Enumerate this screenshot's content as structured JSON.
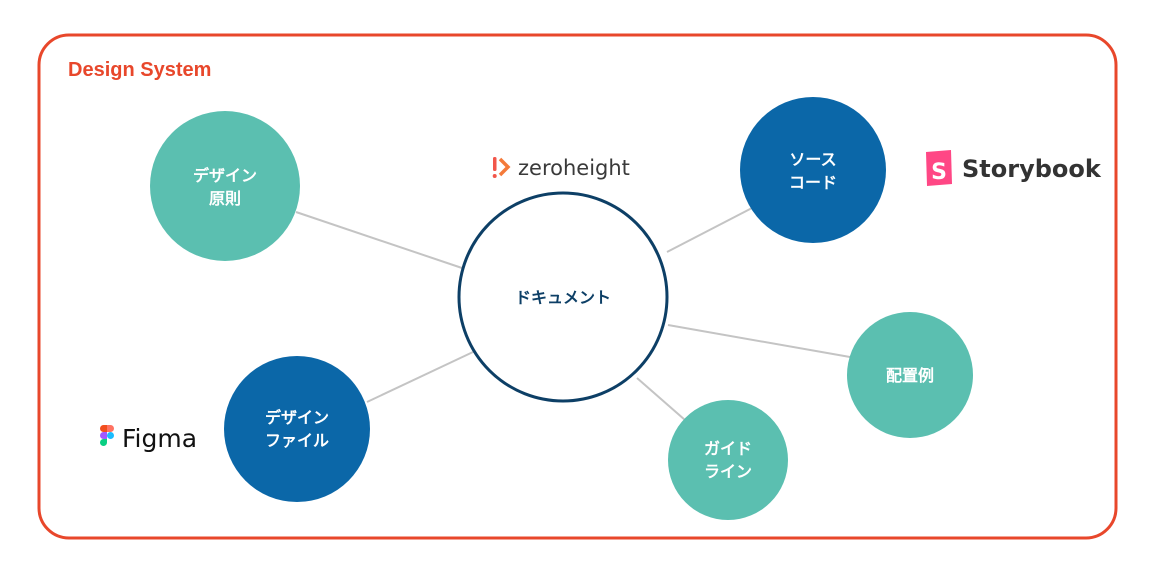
{
  "title": "Design System",
  "center": {
    "label": "ドキュメント"
  },
  "nodes": {
    "principles": {
      "line1": "デザイン",
      "line2": "原則"
    },
    "source": {
      "line1": "ソース",
      "line2": "コード"
    },
    "layout": {
      "line1": "配置例"
    },
    "guideline": {
      "line1": "ガイド",
      "line2": "ライン"
    },
    "design_file": {
      "line1": "デザイン",
      "line2": "ファイル"
    }
  },
  "logos": {
    "zeroheight": "zeroheight",
    "storybook": "Storybook",
    "storybook_mark": "S",
    "figma": "Figma"
  },
  "colors": {
    "frame": "#e8472b",
    "teal": "#5bbfb0",
    "blue": "#0b67a8",
    "center_stroke": "#0d3f66",
    "line": "#c4c4c4"
  }
}
